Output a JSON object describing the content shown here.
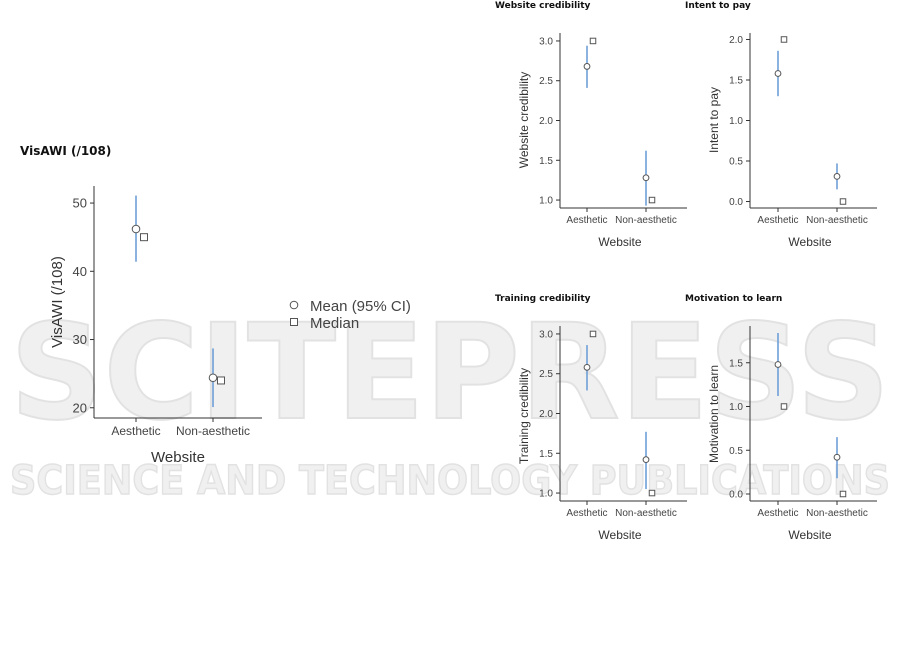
{
  "watermark": {
    "line1": "SCITEPRESS",
    "line2": "SCIENCE AND TECHNOLOGY PUBLICATIONS"
  },
  "legend": {
    "mean_label": "Mean (95% CI)",
    "median_label": "Median"
  },
  "colors": {
    "ci_line": "#6f9fd8",
    "marker_stroke": "#555555",
    "axis": "#333333",
    "watermark": "#ececec"
  },
  "chart_data": [
    {
      "id": "visawi",
      "type": "scatter",
      "title": "VisAWI (/108)",
      "xlabel": "Website",
      "ylabel": "VisAWI (/108)",
      "categories": [
        "Aesthetic",
        "Non-aesthetic"
      ],
      "ylim": [
        18.5,
        52.5
      ],
      "yticks": [
        20,
        30,
        40,
        50
      ],
      "mean": [
        46.2,
        24.4
      ],
      "ci_low": [
        41.4,
        20.1
      ],
      "ci_high": [
        51.1,
        28.7
      ],
      "median": [
        45,
        24
      ],
      "grid": false
    },
    {
      "id": "website-credibility",
      "type": "scatter",
      "title": "Website credibility",
      "xlabel": "Website",
      "ylabel": "Website credibility",
      "categories": [
        "Aesthetic",
        "Non-aesthetic"
      ],
      "ylim": [
        0.9,
        3.1
      ],
      "yticks": [
        "1.0",
        "1.5",
        "2.0",
        "2.5",
        "3.0"
      ],
      "mean": [
        2.68,
        1.28
      ],
      "ci_low": [
        2.41,
        0.93
      ],
      "ci_high": [
        2.94,
        1.62
      ],
      "median": [
        3.0,
        1.0
      ],
      "grid": false
    },
    {
      "id": "intent-to-pay",
      "type": "scatter",
      "title": "Intent to pay",
      "xlabel": "Website",
      "ylabel": "Intent to pay",
      "categories": [
        "Aesthetic",
        "Non-aesthetic"
      ],
      "ylim": [
        -0.08,
        2.08
      ],
      "yticks": [
        "0.0",
        "0.5",
        "1.0",
        "1.5",
        "2.0"
      ],
      "mean": [
        1.58,
        0.31
      ],
      "ci_low": [
        1.3,
        0.15
      ],
      "ci_high": [
        1.86,
        0.47
      ],
      "median": [
        2.0,
        0.0
      ],
      "grid": false
    },
    {
      "id": "training-credibility",
      "type": "scatter",
      "title": "Training credibility",
      "xlabel": "Website",
      "ylabel": "Training credibility",
      "categories": [
        "Aesthetic",
        "Non-aesthetic"
      ],
      "ylim": [
        0.9,
        3.1
      ],
      "yticks": [
        "1.0",
        "1.5",
        "2.0",
        "2.5",
        "3.0"
      ],
      "mean": [
        2.58,
        1.42
      ],
      "ci_low": [
        2.29,
        1.05
      ],
      "ci_high": [
        2.86,
        1.77
      ],
      "median": [
        3.0,
        1.0
      ],
      "grid": false
    },
    {
      "id": "motivation-to-learn",
      "type": "scatter",
      "title": "Motivation to learn",
      "xlabel": "Website",
      "ylabel": "Motivation to learn",
      "categories": [
        "Aesthetic",
        "Non-aesthetic"
      ],
      "ylim": [
        -0.08,
        1.92
      ],
      "yticks": [
        "0.0",
        "0.5",
        "1.0",
        "1.5"
      ],
      "mean": [
        1.48,
        0.42
      ],
      "ci_low": [
        1.12,
        0.18
      ],
      "ci_high": [
        1.84,
        0.65
      ],
      "median": [
        1.0,
        0.0
      ],
      "grid": false
    }
  ]
}
